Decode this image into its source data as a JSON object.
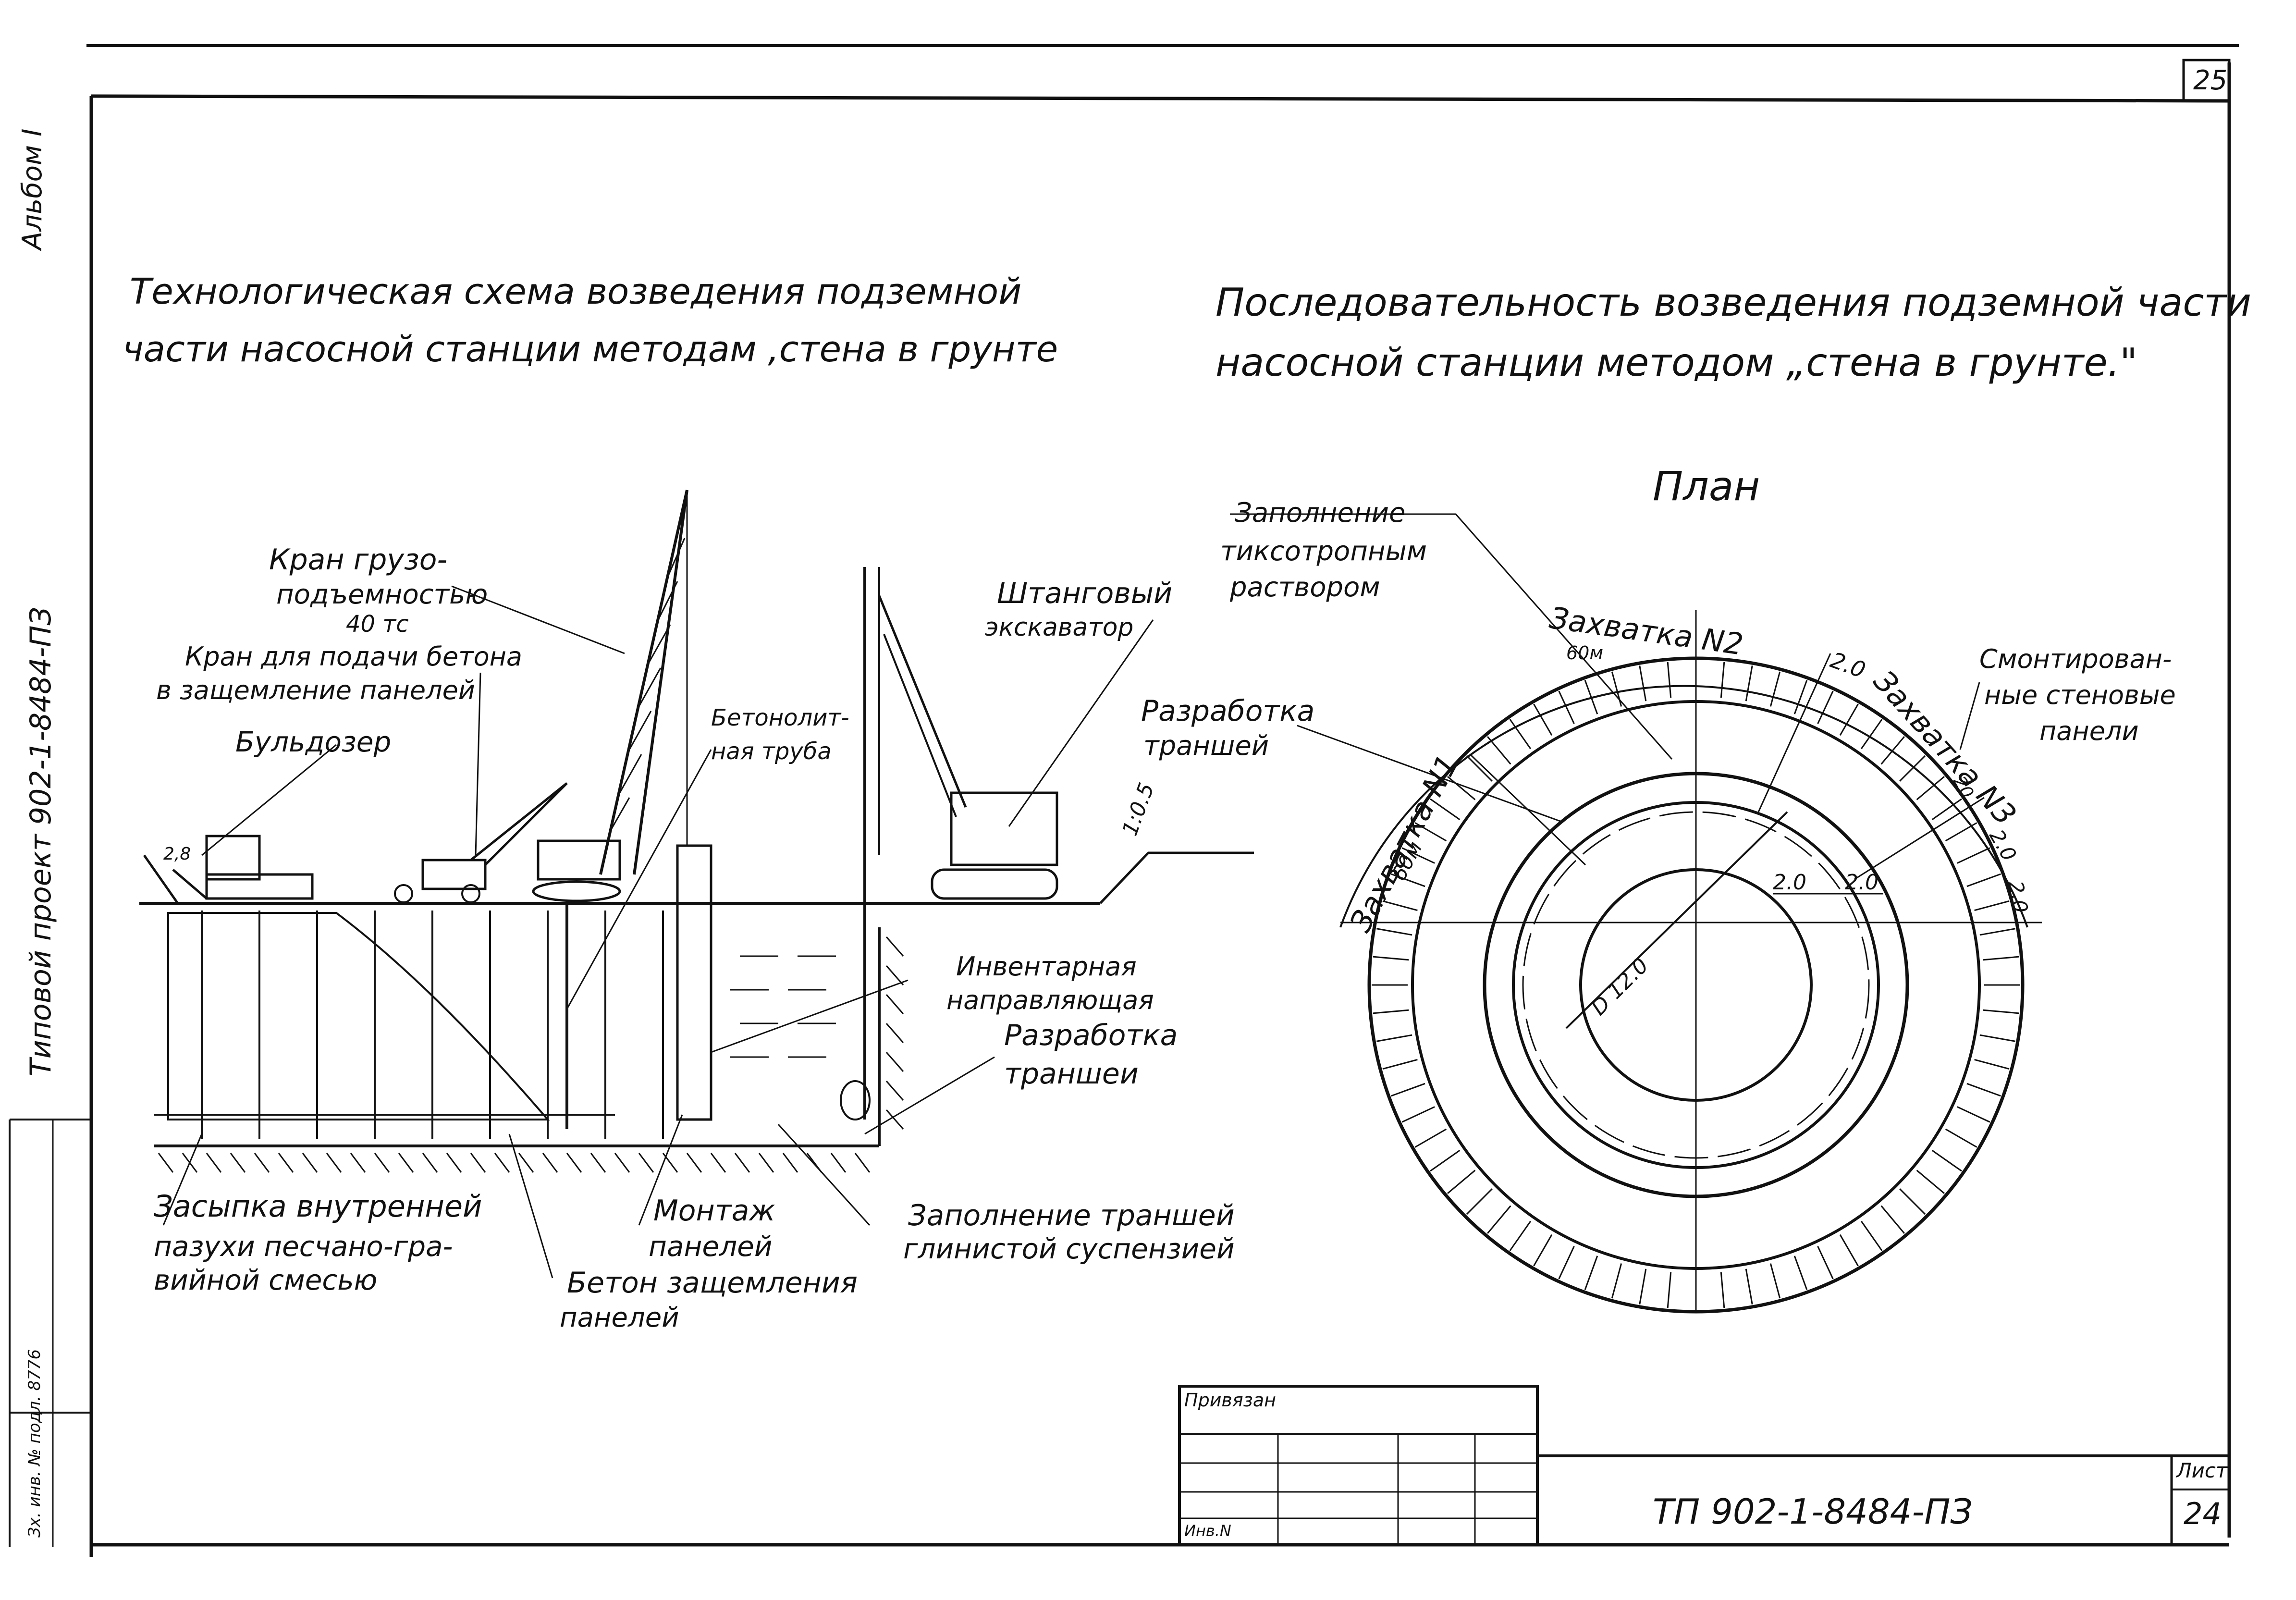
{
  "sheet_top_number": "25",
  "left_margin": {
    "top": "Альбом I",
    "middle": "Типовой проект 902-1-8484-ПЗ",
    "bottom": "Зх. инв. № подл. 8776"
  },
  "left_diagram": {
    "title_line1": "Технологическая схема возведения подземной",
    "title_line2": "части насосной станции методам ,стена в грунте",
    "crane_line1": "Кран грузо-",
    "crane_line2": "подъемностью",
    "crane_line3": "40 тс",
    "concrete_crane_line1": "Кран для подачи бетона",
    "concrete_crane_line2": "в защемление панелей",
    "bulldozer": "Бульдозер",
    "tremie_line1": "Бетонолит-",
    "tremie_line2": "ная труба",
    "excavator_line1": "Штанговый",
    "excavator_line2": "экскаватор",
    "slope": "1:0.5",
    "level_mark": "2,8",
    "guide_line1": "Инвентарная",
    "guide_line2": "направляющая",
    "trench_dev_line1": "Разработка",
    "trench_dev_line2": "траншеи",
    "backfill_line1": "Засыпка внутренней",
    "backfill_line2": "пазухи песчано-гра-",
    "backfill_line3": "вийной смесью",
    "mount_line1": "Монтаж",
    "mount_line2": "панелей",
    "fill_trench_line1": "Заполнение траншей",
    "fill_trench_line2": "глинистой суспензией",
    "concrete_fix_line1": "Бетон защемления",
    "concrete_fix_line2": "панелей"
  },
  "right_diagram": {
    "title_line1": "Последовательность возведения подземной части",
    "title_line2": "насосной станции методом „стена в грунте.\"",
    "plan_label": "План",
    "fill_line1": "Заполнение",
    "fill_line2": "тиксотропным",
    "fill_line3": "раствором",
    "trench_line1": "Разработка",
    "trench_line2": "траншей",
    "grip1": "Захватка N1",
    "grip1_len": "60м",
    "grip2": "Захватка N2",
    "grip2_len": "60м",
    "grip3": "Захватка N3",
    "grip3_len": "20",
    "gap_2_0_a": "2.0",
    "gap_2_0_b": "2.0",
    "gap_2_0_c": "2.0",
    "dim_2_0_inner_a": "2.0",
    "dim_2_0_inner_b": "2.0",
    "diameter": "D 12.0",
    "panels_line1": "Смонтирован-",
    "panels_line2": "ные стеновые",
    "panels_line3": "панели"
  },
  "title_block": {
    "tied": "Привязан",
    "inv": "Инв.N",
    "code": "ТП 902-1-8484-ПЗ",
    "sheet_label": "Лист",
    "sheet_number": "24"
  }
}
